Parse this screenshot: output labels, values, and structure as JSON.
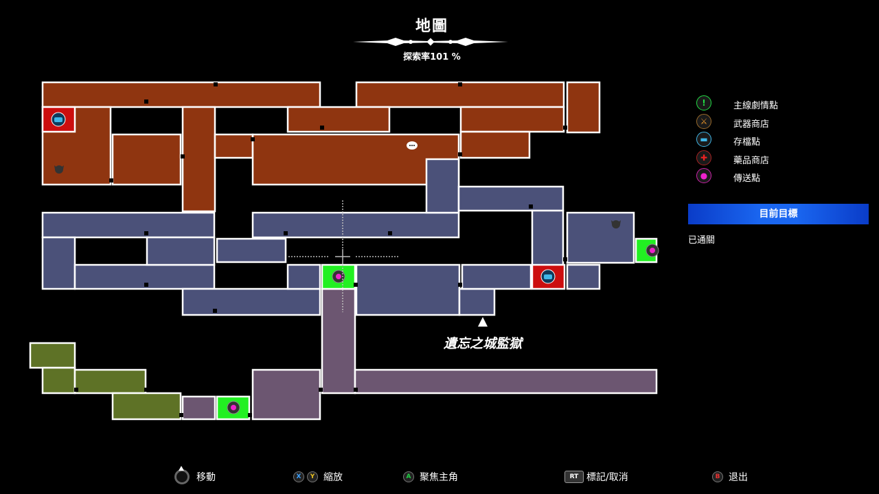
{
  "header": {
    "title": "地圖",
    "exploration": "探索率101 %"
  },
  "map": {
    "area_label": "遺忘之城監獄",
    "colors": {
      "orange_zone": "#8f3510",
      "blue_zone": "#4b5179",
      "mauve_zone": "#6c5671",
      "green_zone": "#5e7226",
      "save_room": "#cc0e0e",
      "teleport_room": "#22f022",
      "wall": "#ffffff"
    }
  },
  "legend": {
    "items": [
      {
        "icon": "exclamation-icon",
        "label": "主線劇情點",
        "color": "#22dd44",
        "glyph": "!"
      },
      {
        "icon": "crossed-swords-icon",
        "label": "武器商店",
        "color": "#e0902a",
        "glyph": "⚔"
      },
      {
        "icon": "save-sofa-icon",
        "label": "存檔點",
        "color": "#3fb7e8",
        "glyph": "▬"
      },
      {
        "icon": "red-cross-icon",
        "label": "藥品商店",
        "color": "#ee2222",
        "glyph": "✚"
      },
      {
        "icon": "teleport-pin-icon",
        "label": "傳送點",
        "color": "#ee22cc",
        "glyph": "●"
      }
    ]
  },
  "objective": {
    "heading": "目前目標",
    "text": "已通關"
  },
  "footer": {
    "move": "移動",
    "zoom": "縮放",
    "focus": "聚焦主角",
    "mark": "標記/取消",
    "exit": "退出",
    "btn_x": "X",
    "btn_y": "Y",
    "btn_a": "A",
    "btn_rt": "RT",
    "btn_b": "B"
  }
}
